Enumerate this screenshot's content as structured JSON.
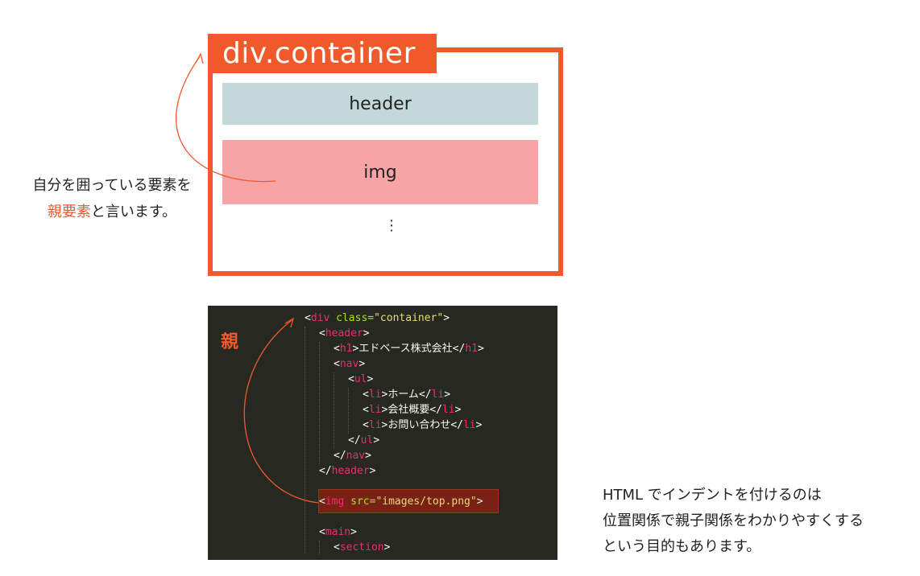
{
  "diagram": {
    "container_label": "div.container",
    "header_label": "header",
    "img_label": "img",
    "ellipsis": "⋮",
    "caption_line1": "自分を囲っている要素を",
    "caption_accent": "親要素",
    "caption_line2_rest": "と言います。"
  },
  "code": {
    "parent_label": "親",
    "lines": [
      {
        "lt": "<",
        "tag": "div",
        "attr": " class=",
        "str": "\"container\"",
        "gt": ">"
      },
      {
        "lt": "<",
        "tag": "header",
        "gt": ">"
      },
      {
        "lt": "<",
        "tag": "h1",
        "gt": ">",
        "text": "エドベース株式会社",
        "close_lt": "</",
        "close_tag": "h1",
        "close_gt": ">"
      },
      {
        "lt": "<",
        "tag": "nav",
        "gt": ">"
      },
      {
        "lt": "<",
        "tag": "ul",
        "gt": ">"
      },
      {
        "lt": "<",
        "tag": "li",
        "gt": ">",
        "text": "ホーム",
        "close_lt": "</",
        "close_tag": "li",
        "close_gt": ">"
      },
      {
        "lt": "<",
        "tag": "li",
        "gt": ">",
        "text": "会社概要",
        "close_lt": "</",
        "close_tag": "li",
        "close_gt": ">"
      },
      {
        "lt": "<",
        "tag": "li",
        "gt": ">",
        "text": "お問い合わせ",
        "close_lt": "</",
        "close_tag": "li",
        "close_gt": ">"
      },
      {
        "lt": "</",
        "tag": "ul",
        "gt": ">"
      },
      {
        "lt": "</",
        "tag": "nav",
        "gt": ">"
      },
      {
        "lt": "</",
        "tag": "header",
        "gt": ">"
      },
      {
        "lt": "<",
        "tag": "img",
        "attr": " src=",
        "str": "\"images/top.png\"",
        "gt": ">"
      },
      {
        "lt": "<",
        "tag": "main",
        "gt": ">"
      },
      {
        "lt": "<",
        "tag": "section",
        "gt": ">"
      }
    ]
  },
  "note": {
    "line1": "HTML でインデントを付けるのは",
    "line2": "位置関係で親子関係をわかりやすくする",
    "line3": "という目的もあります。"
  },
  "colors": {
    "accent": "#f0592a",
    "header_box": "#c3d9d9",
    "img_box": "#f8a3a6",
    "code_bg": "#272822",
    "code_tag": "#f92672",
    "code_attr": "#a6e22e",
    "code_string": "#e6db74"
  }
}
